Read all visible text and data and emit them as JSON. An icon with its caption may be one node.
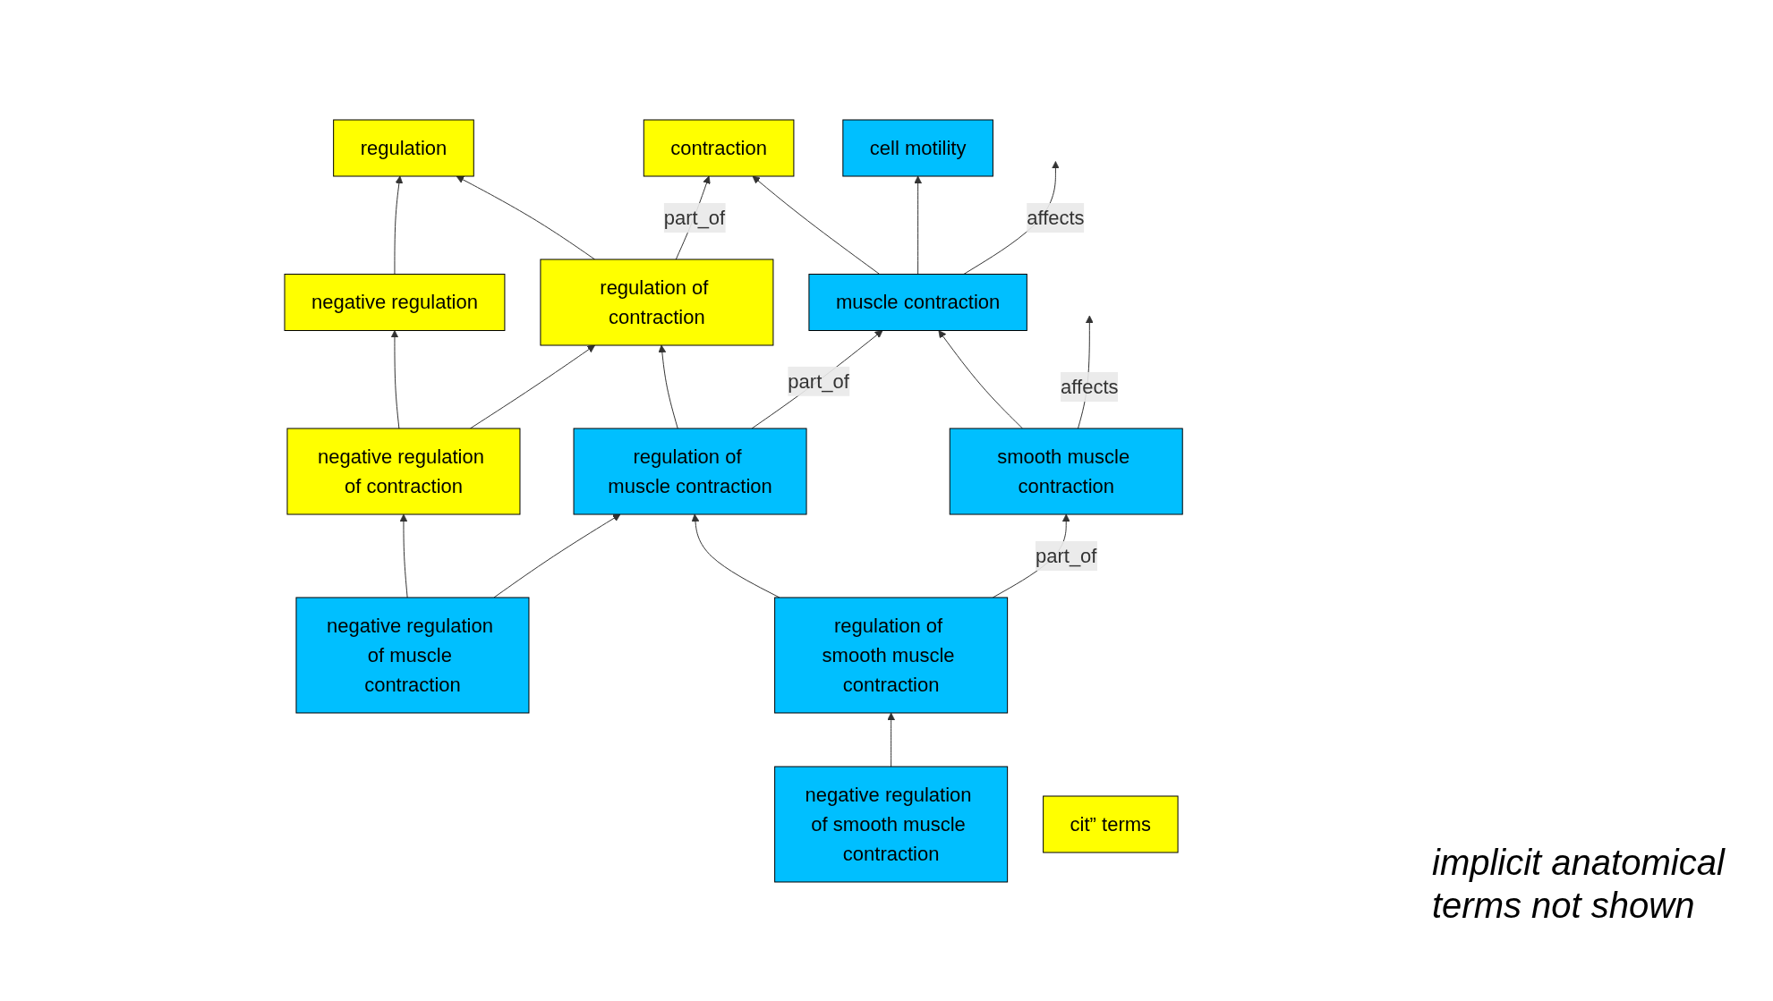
{
  "diagram": {
    "nodes": [
      {
        "text": [
          "regulation"
        ]
      },
      {
        "text": [
          "cell motility"
        ]
      },
      {
        "text": [
          "negative regulation"
        ]
      },
      {
        "text": [
          "regulation of contraction"
        ]
      },
      {
        "text": [
          "contraction"
        ]
      },
      {
        "text": [
          "negative regulation of contraction"
        ]
      },
      {
        "text": [
          "regulation of muscle contraction"
        ]
      },
      {
        "text": [
          "muscle contraction"
        ]
      },
      {
        "text": [
          "negative regulation of muscle contraction"
        ]
      },
      {
        "text": [
          "regulation of smooth muscle contraction"
        ]
      },
      {
        "text": [
          "smooth muscle contraction"
        ]
      },
      {
        "text": [
          "negative regulation of smooth muscle contraction"
        ]
      },
      {
        "text": [
          "cit” terms"
        ]
      }
    ],
    "edges": [
      {
        "from": 2,
        "to": 0,
        "arrow": "to"
      },
      {
        "from": 3,
        "to": 0,
        "arrow": "to"
      },
      {
        "from": 3,
        "to": 4,
        "label": "part_of",
        "arrow": "to"
      },
      {
        "from": 5,
        "to": 2,
        "arrow": "to"
      },
      {
        "from": 5,
        "to": 3,
        "arrow": "to"
      },
      {
        "from": 6,
        "to": 3,
        "arrow": "to"
      },
      {
        "from": 7,
        "to": 4,
        "arrow": "to"
      },
      {
        "from": 7,
        "to": 1,
        "arrow": "to"
      },
      {
        "from": 6,
        "to": 7,
        "label": "part_of",
        "arrow": "to"
      },
      {
        "from": 7,
        "to": null,
        "label": "affects",
        "arrow": "to"
      },
      {
        "from": 8,
        "to": 5,
        "arrow": "to"
      },
      {
        "from": 8,
        "to": 6,
        "arrow": "to"
      },
      {
        "from": 9,
        "to": 6,
        "arrow": "to"
      },
      {
        "from": 10,
        "to": 7,
        "arrow": "to"
      },
      {
        "from": 9,
        "to": 10,
        "label": "part_of",
        "arrow": "to"
      },
      {
        "from": 10,
        "to": null,
        "label": "affects",
        "arrow": "to"
      },
      {
        "from": 11,
        "to": 9,
        "arrow": "to"
      }
    ],
    "labels": [
      "implicit anatomical terms not shown"
    ]
  }
}
